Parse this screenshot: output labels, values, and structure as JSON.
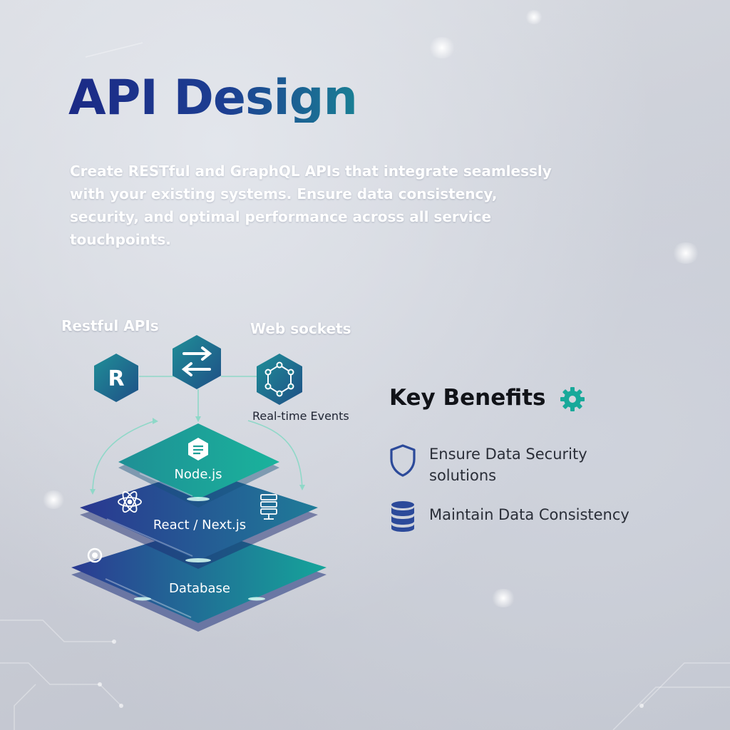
{
  "heading": "API Design",
  "description": "Create RESTful and GraphQL APIs that integrate seamlessly with your existing systems. Ensure data consistency, security, and optimal performance across all service touchpoints.",
  "diagram": {
    "restful_label": "Restful APIs",
    "websockets_label": "Web sockets",
    "realtime_caption": "Real-time Events",
    "layers": [
      "Node.js",
      "React / Next.js",
      "Database"
    ],
    "nodes": [
      {
        "icon": "r-logo-icon"
      },
      {
        "icon": "swap-arrows-icon"
      },
      {
        "icon": "network-nodes-icon"
      }
    ]
  },
  "benefits": {
    "title": "Key Benefits",
    "title_icon": "gear-icon",
    "items": [
      {
        "icon": "shield-icon",
        "label": "Ensure Data Security solutions"
      },
      {
        "icon": "database-icon",
        "label": "Maintain Data Consistency"
      }
    ]
  },
  "colors": {
    "title_navy": "#1b2a86",
    "teal": "#17a99a",
    "hex_teal": "#1d6f86",
    "layer_blue": "#2d3f93",
    "benefit_icon": "#2c4a9a"
  }
}
